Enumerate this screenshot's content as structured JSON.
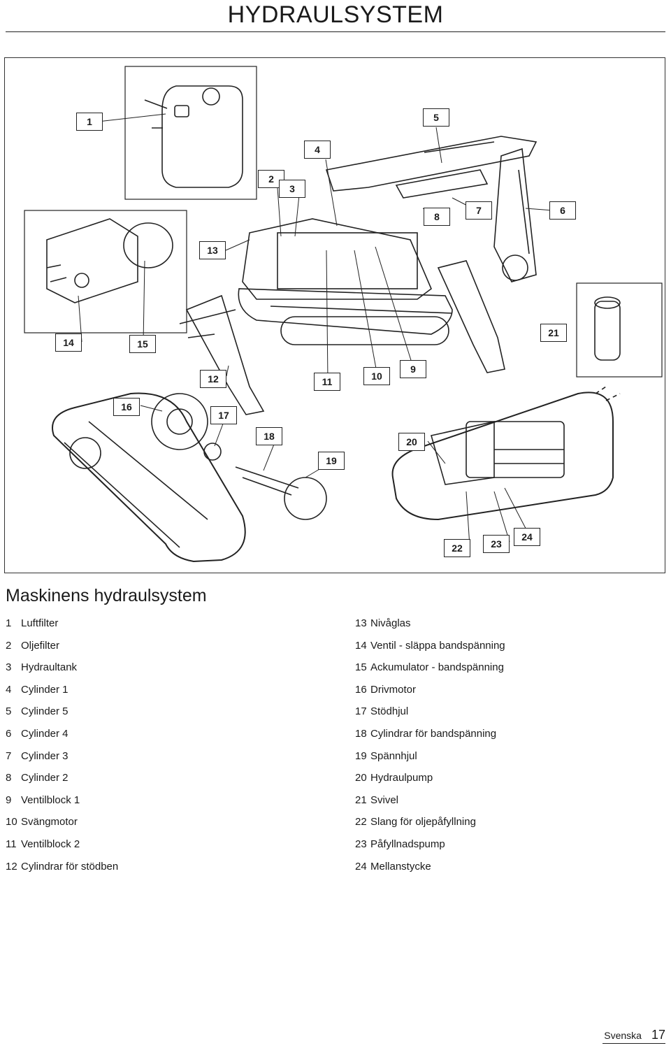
{
  "page": {
    "title": "HYDRAULSYSTEM",
    "section_heading": "Maskinens hydraulsystem",
    "footer": {
      "language": "Svenska",
      "page_number": "17"
    }
  },
  "callouts": [
    "1",
    "2",
    "3",
    "4",
    "5",
    "6",
    "7",
    "8",
    "9",
    "10",
    "11",
    "12",
    "13",
    "14",
    "15",
    "16",
    "17",
    "18",
    "19",
    "20",
    "21",
    "22",
    "23",
    "24"
  ],
  "legend": [
    {
      "num": "1",
      "label": "Luftfilter"
    },
    {
      "num": "2",
      "label": "Oljefilter"
    },
    {
      "num": "3",
      "label": "Hydraultank"
    },
    {
      "num": "4",
      "label": "Cylinder 1"
    },
    {
      "num": "5",
      "label": "Cylinder 5"
    },
    {
      "num": "6",
      "label": "Cylinder 4"
    },
    {
      "num": "7",
      "label": "Cylinder 3"
    },
    {
      "num": "8",
      "label": "Cylinder 2"
    },
    {
      "num": "9",
      "label": "Ventilblock 1"
    },
    {
      "num": "10",
      "label": "Svängmotor"
    },
    {
      "num": "11",
      "label": "Ventilblock 2"
    },
    {
      "num": "12",
      "label": "Cylindrar för stödben"
    },
    {
      "num": "13",
      "label": "Nivåglas"
    },
    {
      "num": "14",
      "label": "Ventil - släppa bandspänning"
    },
    {
      "num": "15",
      "label": "Ackumulator - bandspänning"
    },
    {
      "num": "16",
      "label": "Drivmotor"
    },
    {
      "num": "17",
      "label": "Stödhjul"
    },
    {
      "num": "18",
      "label": "Cylindrar för bandspänning"
    },
    {
      "num": "19",
      "label": "Spännhjul"
    },
    {
      "num": "20",
      "label": "Hydraulpump"
    },
    {
      "num": "21",
      "label": "Svivel"
    },
    {
      "num": "22",
      "label": "Slang för oljepåfyllning"
    },
    {
      "num": "23",
      "label": "Påfyllnadspump"
    },
    {
      "num": "24",
      "label": "Mellanstycke"
    }
  ]
}
